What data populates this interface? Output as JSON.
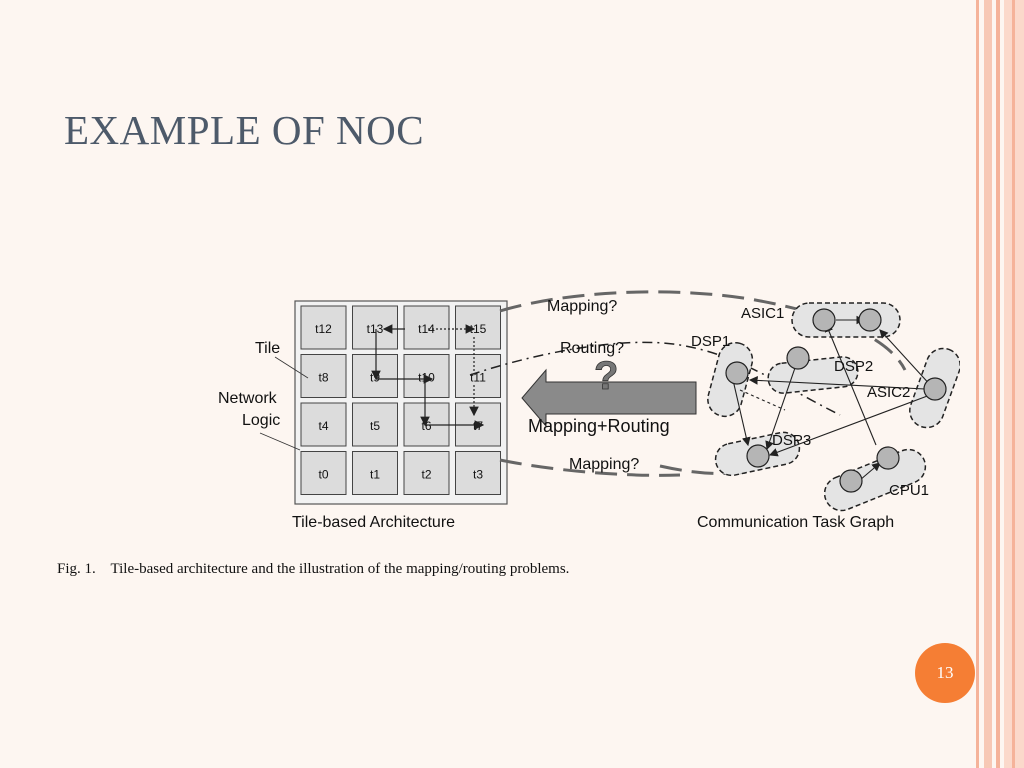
{
  "slide": {
    "title": "EXAMPLE OF NOC",
    "page_number": "13",
    "caption": "Fig. 1.    Tile-based architecture and the illustration of the mapping/routing problems.",
    "colors": {
      "background": "#fdf6f1",
      "title": "#4d5a6a",
      "badge": "#f57e34",
      "stripe": "#f5b39a"
    }
  },
  "figure": {
    "tiles": [
      [
        "t12",
        "t13",
        "t14",
        "t15"
      ],
      [
        "t8",
        "t9",
        "t10",
        "t11"
      ],
      [
        "t4",
        "t5",
        "t6",
        "t7"
      ],
      [
        "t0",
        "t1",
        "t2",
        "t3"
      ]
    ],
    "labels": {
      "tile": "Tile",
      "network_line1": "Network",
      "network_line2": "Logic",
      "architecture": "Tile-based Architecture",
      "task_graph": "Communication Task Graph",
      "mapping_top": "Mapping?",
      "routing": "Routing?",
      "mapping_bottom": "Mapping?",
      "mapping_routing": "Mapping+Routing",
      "question_mark": "?"
    },
    "nodes": {
      "asic1": "ASIC1",
      "dsp1": "DSP1",
      "dsp2": "DSP2",
      "asic2": "ASIC2",
      "dsp3": "DSP3",
      "cpu1": "CPU1"
    }
  }
}
